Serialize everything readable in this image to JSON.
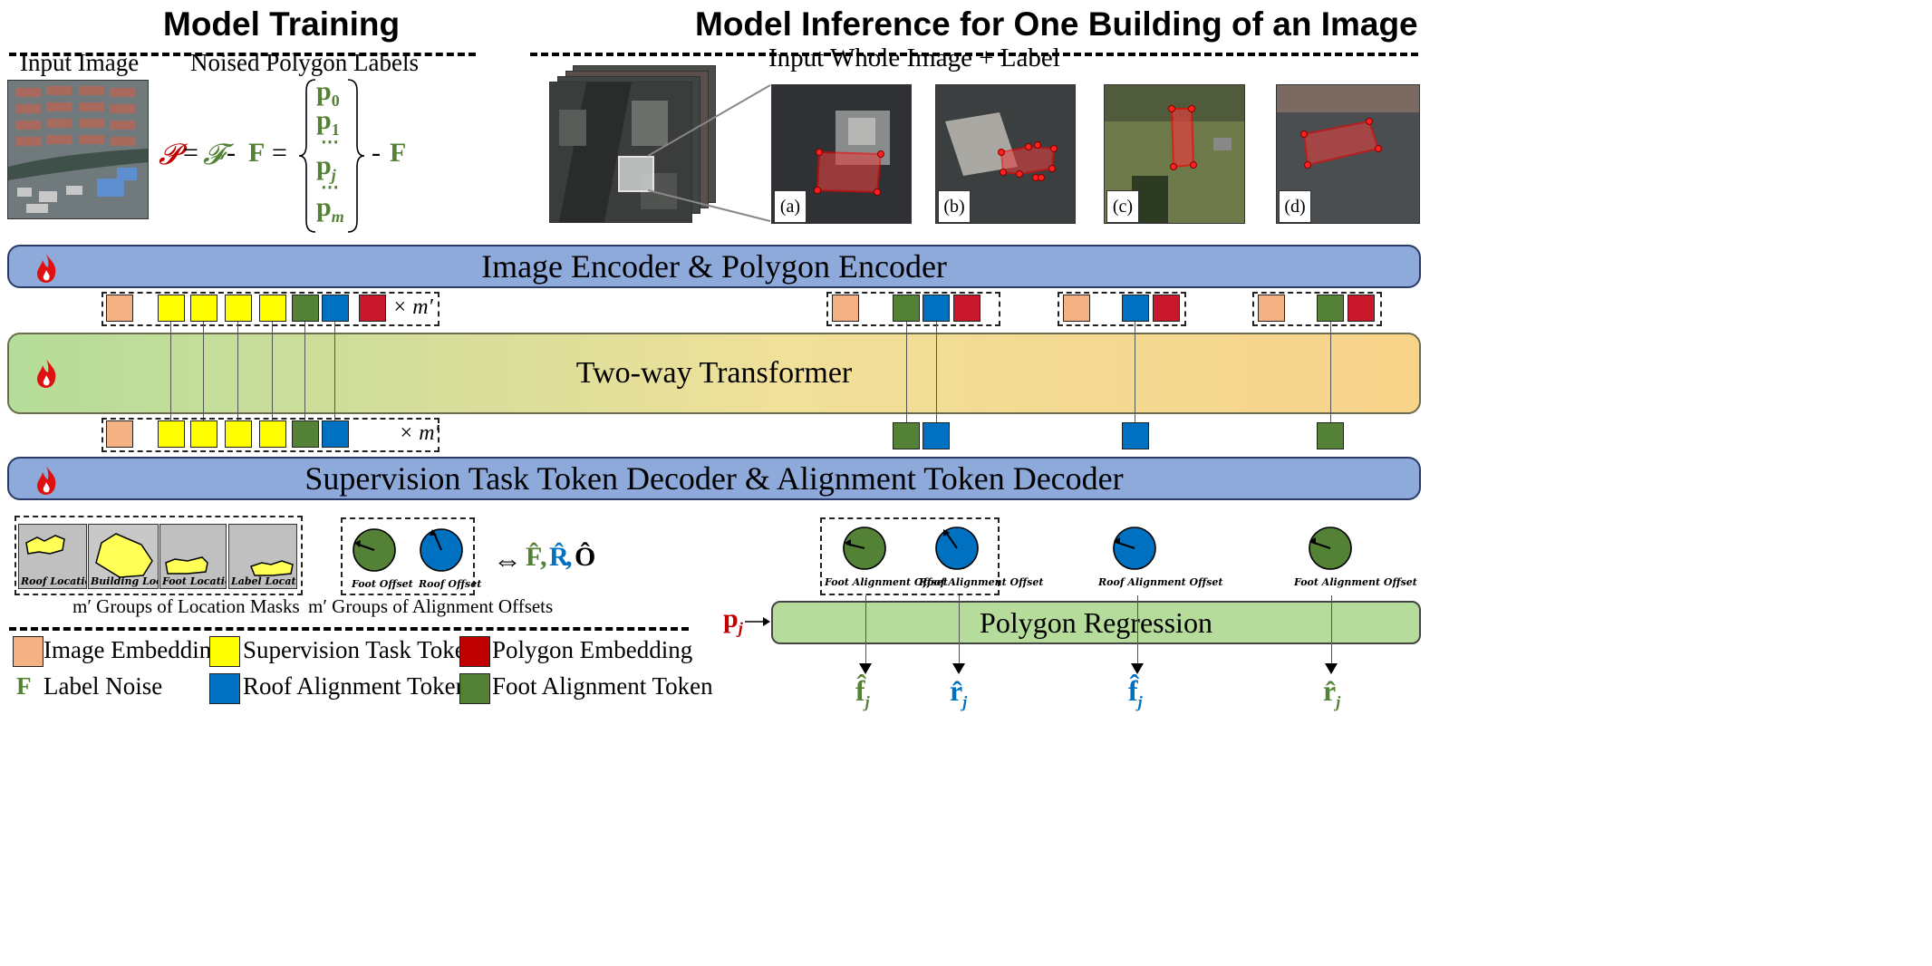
{
  "headings": {
    "training": "Model Training",
    "inference": "Model Inference for One Building of an Image"
  },
  "training": {
    "input_image_label": "Input Image",
    "noised_labels_label": "Noised Polygon Labels",
    "eq_p": "𝓟",
    "eq_eq1": "=",
    "eq_f_script": "𝓕",
    "eq_minus1": "-",
    "eq_F": "F",
    "eq_eq2": "=",
    "eq_minus2": "-",
    "eq_F2": "F",
    "vec_p0": "p",
    "vec_p0_sub": "0",
    "vec_p1": "p",
    "vec_p1_sub": "1",
    "vec_dots1": "⋯",
    "vec_pj": "p",
    "vec_pj_sub": "j",
    "vec_dots2": "⋯",
    "vec_pm": "p",
    "vec_pm_sub": "m"
  },
  "inference": {
    "input_label": "Input Whole Image + Label",
    "panels": [
      "(a)",
      "(b)",
      "(c)",
      "(d)"
    ]
  },
  "bars": {
    "encoder": "Image Encoder & Polygon Encoder",
    "transformer": "Two-way Transformer",
    "decoder": "Supervision Task Token Decoder & Alignment Token Decoder",
    "regression": "Polygon Regression"
  },
  "tokens": {
    "times_m1": "× m′",
    "times_m2": "× m′"
  },
  "masks": {
    "labels": [
      "Roof Location",
      "Building Location",
      "Foot Location",
      "Label Location"
    ],
    "caption": "m′ Groups of Location Masks"
  },
  "offsets": {
    "foot_label": "Foot Offset",
    "roof_label": "Roof Offset",
    "caption": "m′ Groups of Alignment Offsets",
    "equiv": "⇔",
    "F_hat": "F̂",
    "comma1": ",",
    "R_hat": "R̂",
    "comma2": ",",
    "O_hat": "Ô"
  },
  "inference_offsets": {
    "foot_alignment": "Foot Alignment Offset",
    "roof_alignment": "Roof Alignment Offset",
    "roof_alignment_2": "Roof Alignment Offset",
    "foot_alignment_2": "Foot Alignment Offset"
  },
  "regression_io": {
    "pj": "p",
    "pj_sub": "j",
    "outputs": [
      {
        "sym": "f̂",
        "sub": "j",
        "color": "#538135"
      },
      {
        "sym": "r̂",
        "sub": "j",
        "color": "#0070c0"
      },
      {
        "sym": "f̂",
        "sub": "j",
        "color": "#0070c0"
      },
      {
        "sym": "r̂",
        "sub": "j",
        "color": "#538135"
      }
    ]
  },
  "legend": {
    "image_embedding": "Image Embedding",
    "supervision_task_token": "Supervision Task Token",
    "polygon_embedding": "Polygon Embedding",
    "label_noise_symbol": "F",
    "label_noise": "Label Noise",
    "roof_alignment_token": "Roof Alignment Token",
    "foot_alignment_token": "Foot Alignment Token"
  },
  "colors": {
    "image_embedding": "#f4b183",
    "supervision_task": "#ffff00",
    "polygon_embedding": "#c9182b",
    "roof_alignment": "#0070c0",
    "foot_alignment": "#538135",
    "encoder_bar": "#8eaadb",
    "regression_bar": "#b5dc9a",
    "noise_green": "#538135",
    "polygon_red": "#c00000"
  }
}
